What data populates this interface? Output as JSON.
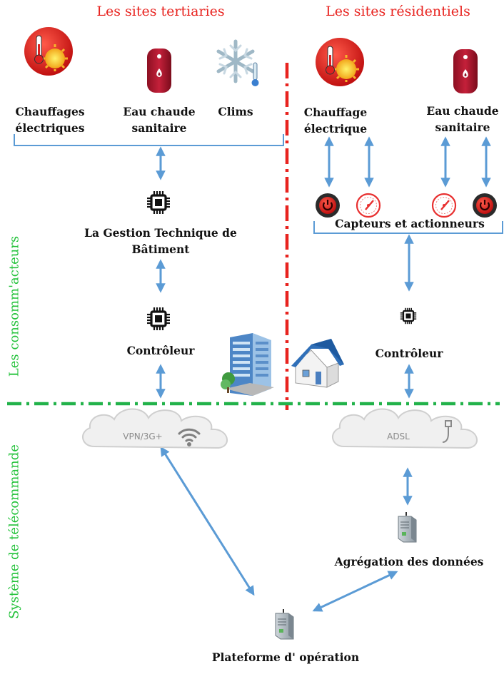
{
  "header": {
    "tertiary_title": "Les sites tertiaries",
    "residential_title": "Les sites résidentiels"
  },
  "side_labels": {
    "consumers": "Les consomm'acteurs",
    "remote_control": "Système de télécommande"
  },
  "tertiary": {
    "heating": [
      "Chauffages",
      "électriques"
    ],
    "water": [
      "Eau chaude",
      "sanitaire"
    ],
    "ac": "Clims",
    "bms": [
      "La Gestion Technique de",
      "Bâtiment"
    ],
    "controller": "Contrôleur"
  },
  "residential": {
    "heating": [
      "Chauffage",
      "électrique"
    ],
    "water": [
      "Eau chaude",
      "sanitaire"
    ],
    "sensors": "Capteurs et actionneurs",
    "controller": "Contrôleur"
  },
  "network": {
    "vpn": "VPN/3G+",
    "adsl": "ADSL"
  },
  "backend": {
    "aggregation": "Agrégation des données",
    "platform": "Plateforme d' opération"
  },
  "colors": {
    "arrow": "#5b9bd5",
    "red_divider": "#e8231f",
    "green_divider": "#22b24a",
    "title_red": "#e8231f",
    "label_green": "#23c23a"
  },
  "icons": [
    "thermostat-sun-icon",
    "water-heater-icon",
    "snowflake-icon",
    "chip-icon",
    "power-button-icon",
    "gauge-icon",
    "office-building-icon",
    "house-icon",
    "cloud-icon",
    "wifi-icon",
    "server-icon"
  ]
}
